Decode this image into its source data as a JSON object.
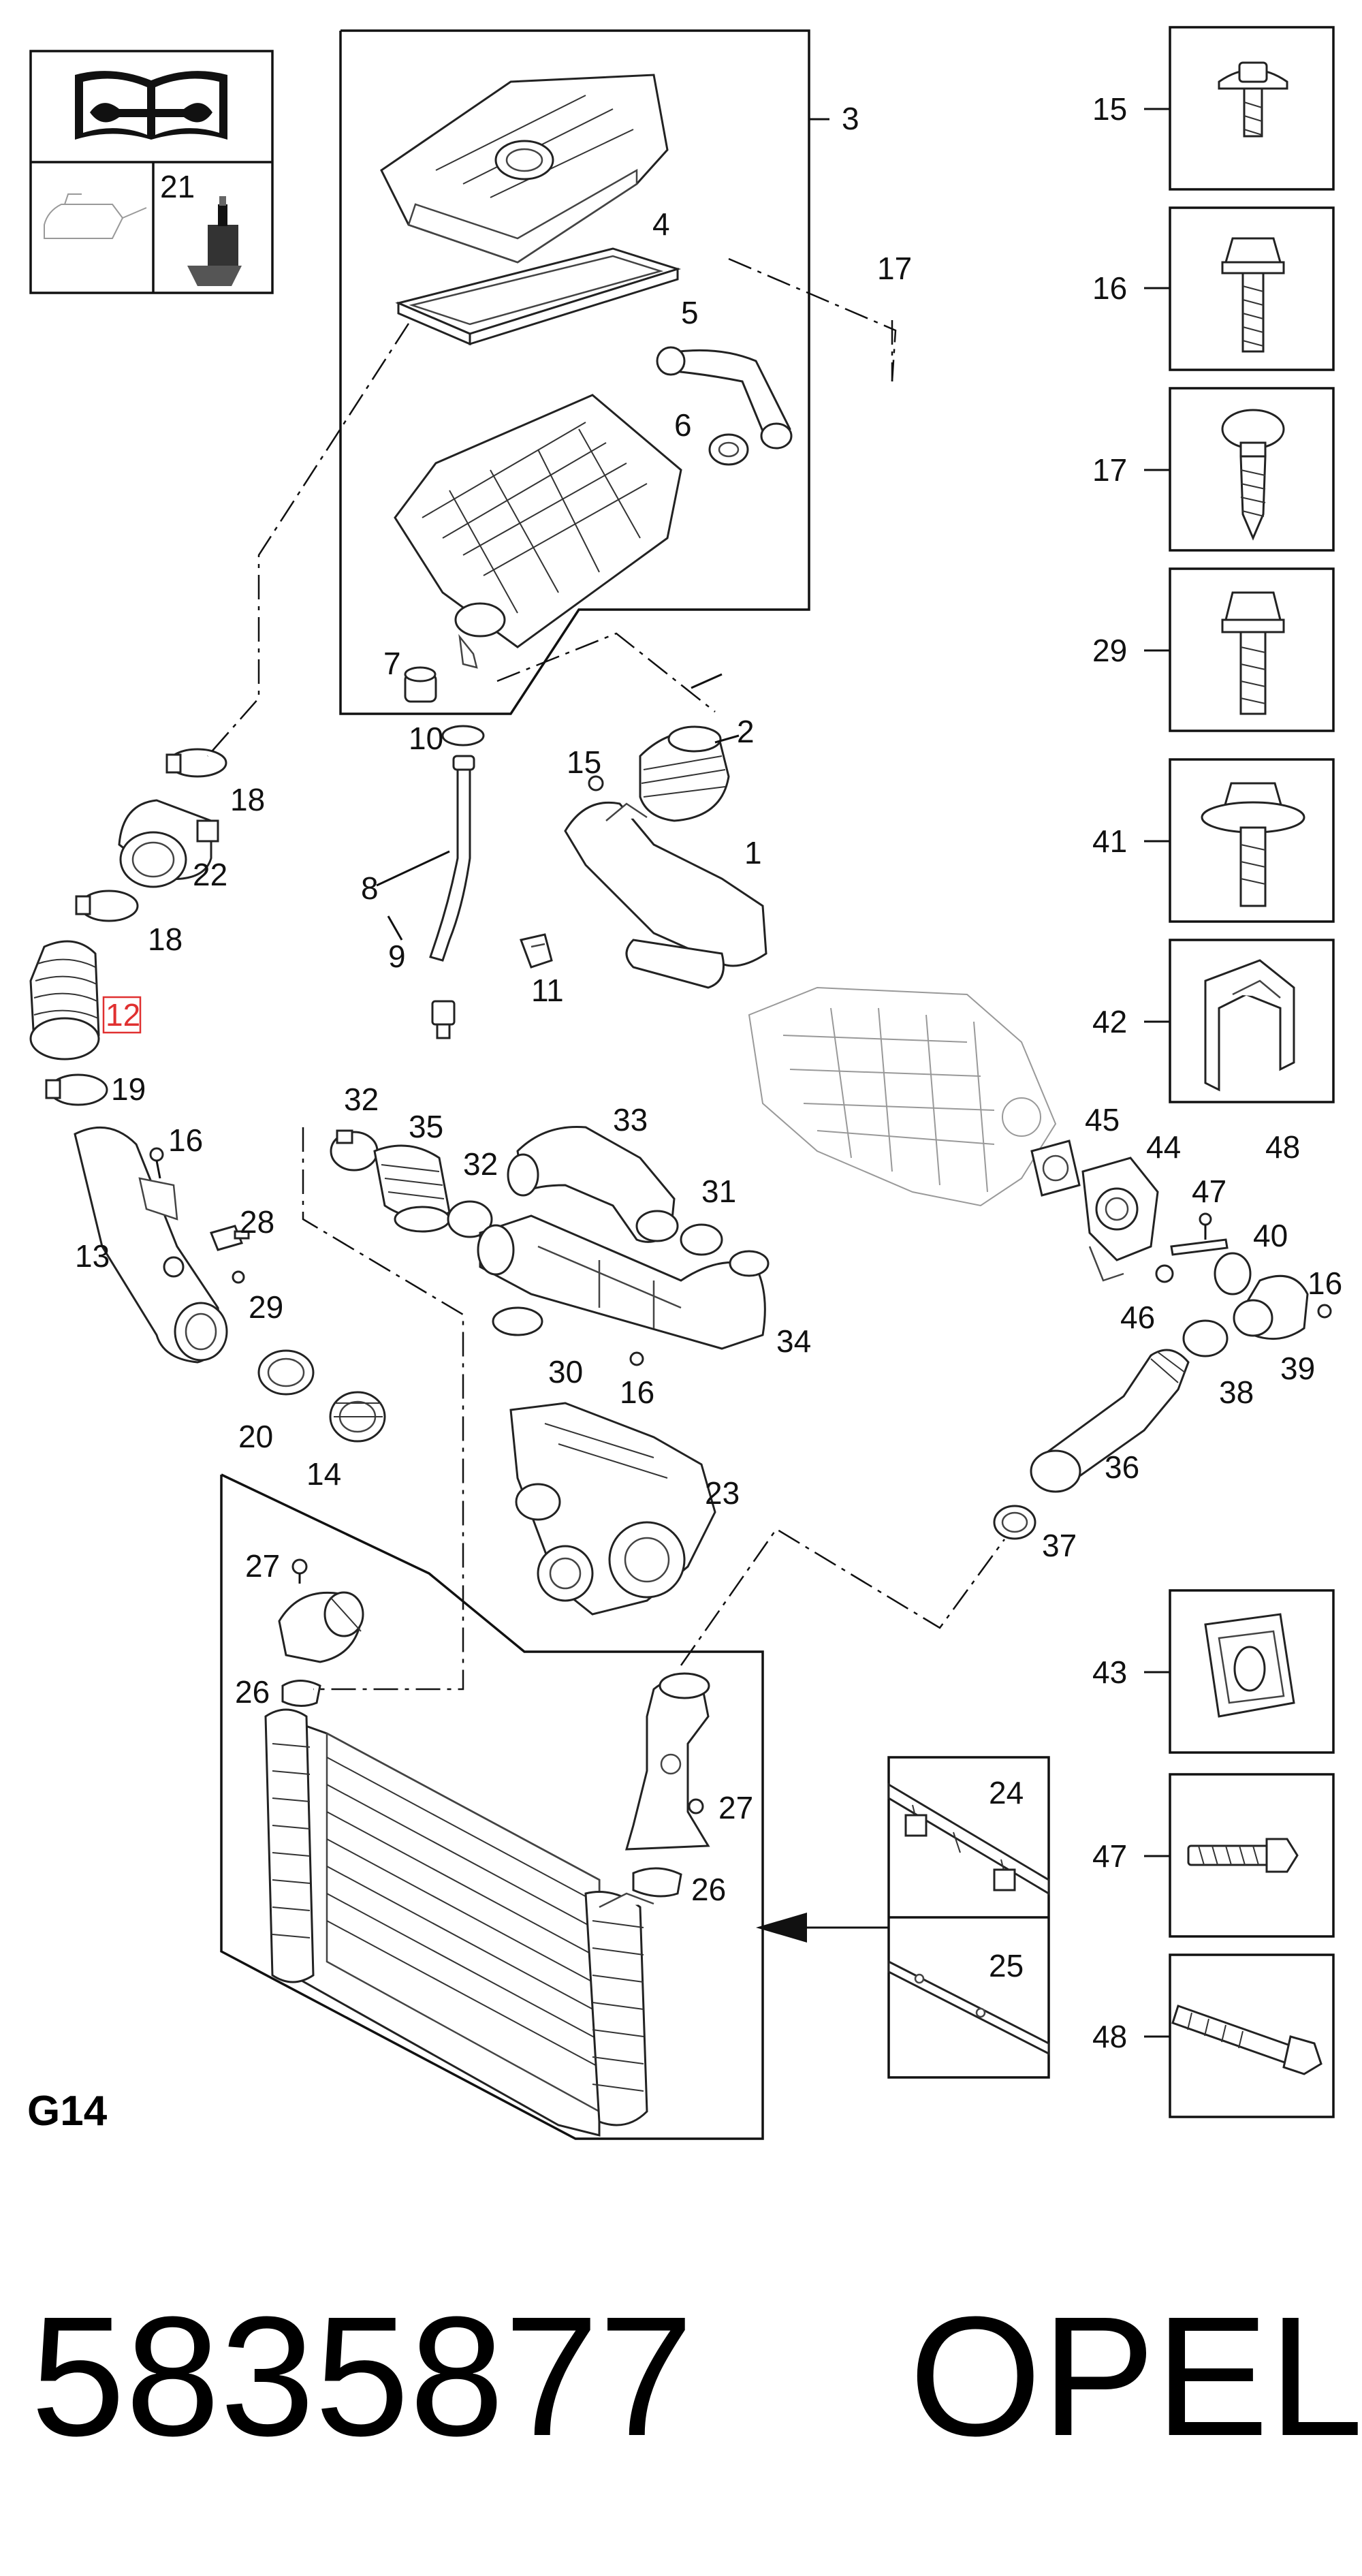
{
  "group_label": "G14",
  "part_number": "5835877",
  "brand": "OPEL",
  "highlighted_callout": "12",
  "highlight_color": "#e03030",
  "callouts": [
    "1",
    "2",
    "3",
    "4",
    "5",
    "6",
    "7",
    "8",
    "9",
    "10",
    "11",
    "12",
    "13",
    "14",
    "15",
    "16",
    "17",
    "18",
    "19",
    "20",
    "21",
    "22",
    "23",
    "24",
    "25",
    "26",
    "27",
    "28",
    "29",
    "30",
    "31",
    "32",
    "33",
    "34",
    "35",
    "36",
    "37",
    "38",
    "39",
    "40",
    "41",
    "42",
    "43",
    "44",
    "45",
    "46",
    "47",
    "48"
  ],
  "side_panel_labels": [
    "15",
    "16",
    "17",
    "29",
    "41",
    "42",
    "43",
    "47",
    "48"
  ],
  "inset_labels": [
    "24",
    "25"
  ],
  "legend_labels": [
    "21"
  ]
}
